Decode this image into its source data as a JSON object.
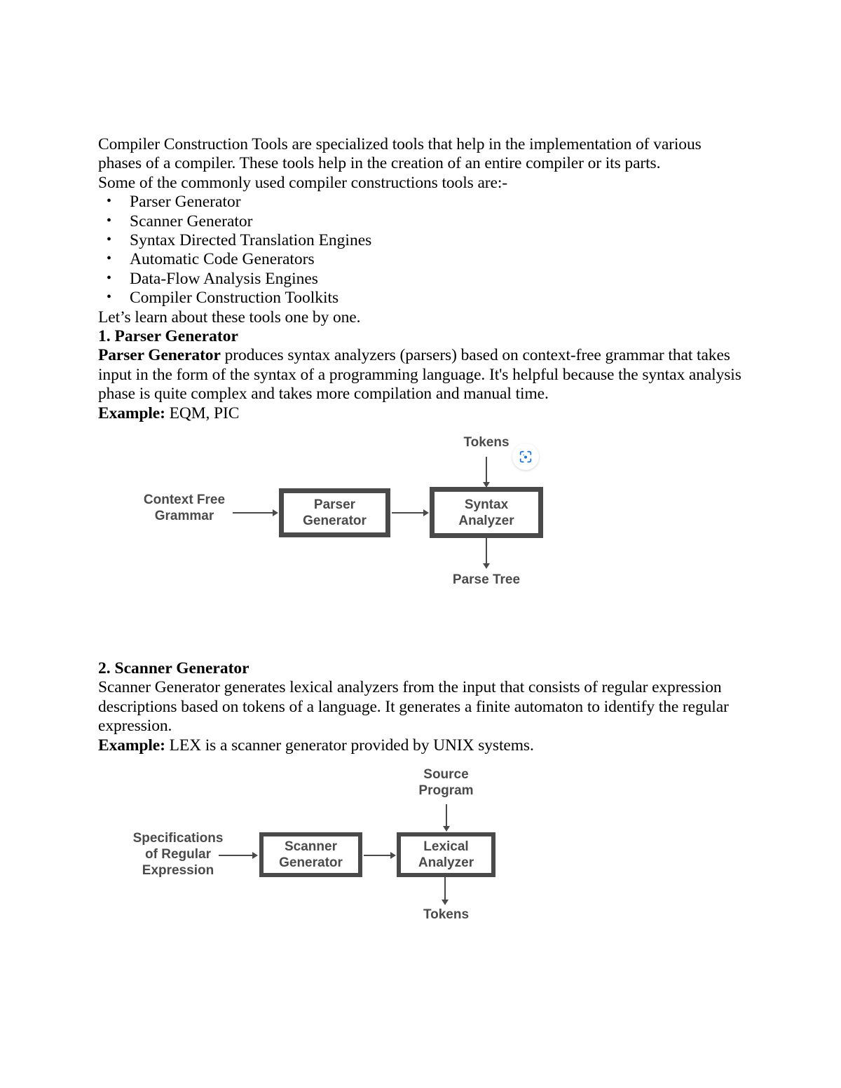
{
  "document": {
    "intro_paragraph": "Compiler Construction Tools are specialized tools that help in the implementation of various phases of a compiler. These tools help in the creation of an entire compiler or its parts.",
    "intro_lead_in": "Some of the commonly used compiler constructions tools are:-",
    "tools_list": [
      "Parser Generator",
      "Scanner Generator",
      "Syntax Directed Translation Engines",
      "Automatic Code Generators",
      "Data-Flow Analysis Engines",
      "Compiler Construction Toolkits"
    ],
    "after_list": "Let’s learn about these tools one by one.",
    "sections": [
      {
        "heading": "1. Parser Generator",
        "body_bold_lead": "Parser Generator",
        "body_rest": " produces syntax analyzers (parsers) based on context-free grammar that takes input in the form of the syntax of a programming language. It's helpful because the syntax analysis phase is quite complex and takes more compilation and manual time.",
        "example_label": "Example:",
        "example_text": " EQM, PIC"
      },
      {
        "heading": "2. Scanner Generator",
        "body_rest": "Scanner Generator generates lexical analyzers from the input that consists of regular expression descriptions based on tokens of a language. It generates a finite automaton to identify the regular expression.",
        "example_label": "Example:",
        "example_text": " LEX is a scanner generator provided by UNIX systems."
      }
    ]
  },
  "diagram_parser": {
    "input_label": "Context Free\nGrammar",
    "box1_label": "Parser\nGenerator",
    "box2_label": "Syntax\nAnalyzer",
    "top_input_label": "Tokens",
    "bottom_output_label": "Parse Tree",
    "stroke_color": "#4a4a4a"
  },
  "diagram_scanner": {
    "input_label": "Specifications\nof Regular\nExpression",
    "box1_label": "Scanner\nGenerator",
    "box2_label": "Lexical\nAnalyzer",
    "top_input_label": "Source\nProgram",
    "bottom_output_label": "Tokens",
    "stroke_color": "#4a4a4a"
  },
  "overlay": {
    "lens_icon_name": "lens-scan-icon",
    "lens_icon_color": "#1a73c8"
  }
}
